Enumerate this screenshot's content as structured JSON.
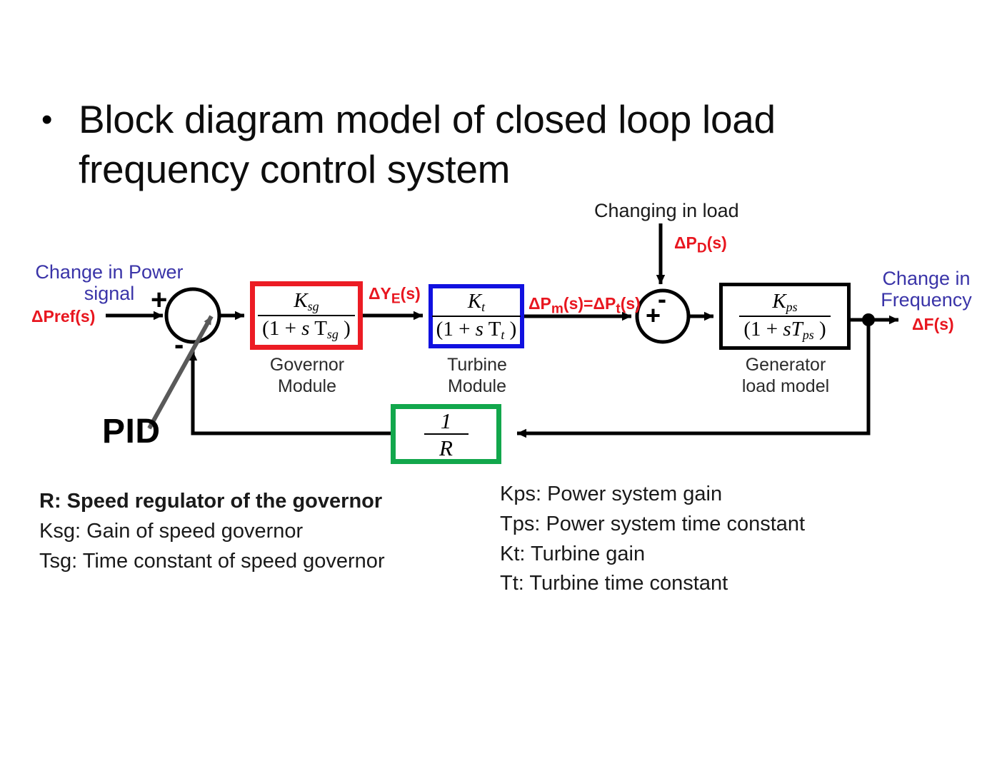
{
  "title": {
    "bullet": "•",
    "text": "Block diagram model of closed loop load frequency control system"
  },
  "colors": {
    "governor_border": "#ec1c24",
    "turbine_border": "#1111e0",
    "generator_border": "#000000",
    "regulator_border": "#12a74c",
    "signal_label": "#e8161f",
    "note_label": "#3a34a8",
    "line": "#000000",
    "pid_arrow": "#595959"
  },
  "blocks": {
    "governor": {
      "numerator": "K",
      "numerator_sub": "sg",
      "denominator_prefix": "(1 + ",
      "denominator_s": "s",
      "denominator_T": " T",
      "denominator_sub": "sg",
      "denominator_suffix": " )",
      "caption_line1": "Governor",
      "caption_line2": "Module"
    },
    "turbine": {
      "numerator": "K",
      "numerator_sub": "t",
      "denominator_prefix": "(1 + ",
      "denominator_s": "s",
      "denominator_T": " T",
      "denominator_sub": "t",
      "denominator_suffix": " )",
      "caption_line1": "Turbine",
      "caption_line2": "Module"
    },
    "generator": {
      "numerator": "K",
      "numerator_sub": "ps",
      "denominator_prefix": "(1 + ",
      "denominator_s": "s",
      "denominator_T": "T",
      "denominator_sub": "ps",
      "denominator_suffix": " )",
      "caption_line1": "Generator",
      "caption_line2": "load model"
    },
    "regulator": {
      "numerator": "1",
      "denominator": "R"
    }
  },
  "signals": {
    "change_in_power_line1": "Change in Power",
    "change_in_power_line2": "signal",
    "delta_pref": "ΔPref(s)",
    "delta_ye": "ΔY",
    "delta_ye_sub": "E",
    "delta_ye_tail": "(s)",
    "delta_pm": "ΔP",
    "delta_pm_sub": "m",
    "delta_pm_mid": "(s)=ΔP",
    "delta_pm_sub2": "t",
    "delta_pm_tail": "(s)",
    "changing_in_load": "Changing  in load",
    "delta_pd": "ΔP",
    "delta_pd_sub": "D",
    "delta_pd_tail": "(s)",
    "change_in_frequency_line1": "Change in",
    "change_in_frequency_line2": "Frequency",
    "delta_f": "ΔF(s)"
  },
  "summing_junctions": {
    "junction1_plus": "+",
    "junction1_minus": "-",
    "junction2_plus": "+",
    "junction2_minus": "-"
  },
  "annotation": {
    "pid": "PID"
  },
  "legend_left": [
    "R: Speed regulator of the governor",
    "Ksg: Gain of speed governor",
    "Tsg: Time constant of speed governor"
  ],
  "legend_right": [
    "Kps: Power system gain",
    "Tps: Power system time constant",
    "Kt: Turbine gain",
    "Tt: Turbine time constant"
  ]
}
